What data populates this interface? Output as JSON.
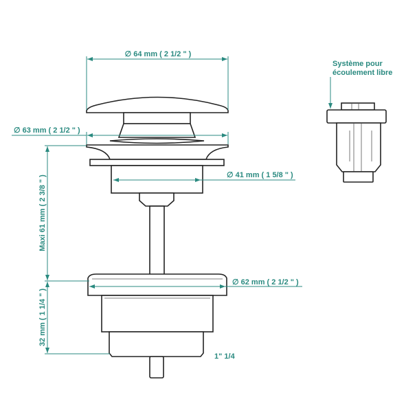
{
  "dimensions": {
    "cap_diameter": "∅ 64 mm ( 2 1/2 \" )",
    "flange_diameter": "∅ 63 mm ( 2 1/2 \" )",
    "body_diameter": "∅ 41 mm ( 1 5/8 \" )",
    "max_height": "Maxi 61 mm ( 2 3/8 \" )",
    "lower_diameter": "∅ 62 mm ( 2 1/2 \" )",
    "lower_height": "32 mm ( 1 1/4 \" )",
    "thread": "1\" 1/4"
  },
  "note": {
    "line1": "Système pour",
    "line2": "écoulement libre"
  },
  "colors": {
    "dimension": "#2a8a80",
    "outline": "#222222"
  }
}
